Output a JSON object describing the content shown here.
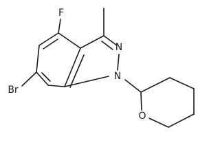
{
  "molecule": {
    "atoms": {
      "fluorine": "F",
      "bromine": "Br",
      "nitrogen_2": "N",
      "nitrogen_1": "N",
      "oxygen": "O"
    }
  },
  "colors": {
    "bond": "#1a1a1a",
    "label": "#1a1a1a",
    "background": "#ffffff"
  }
}
